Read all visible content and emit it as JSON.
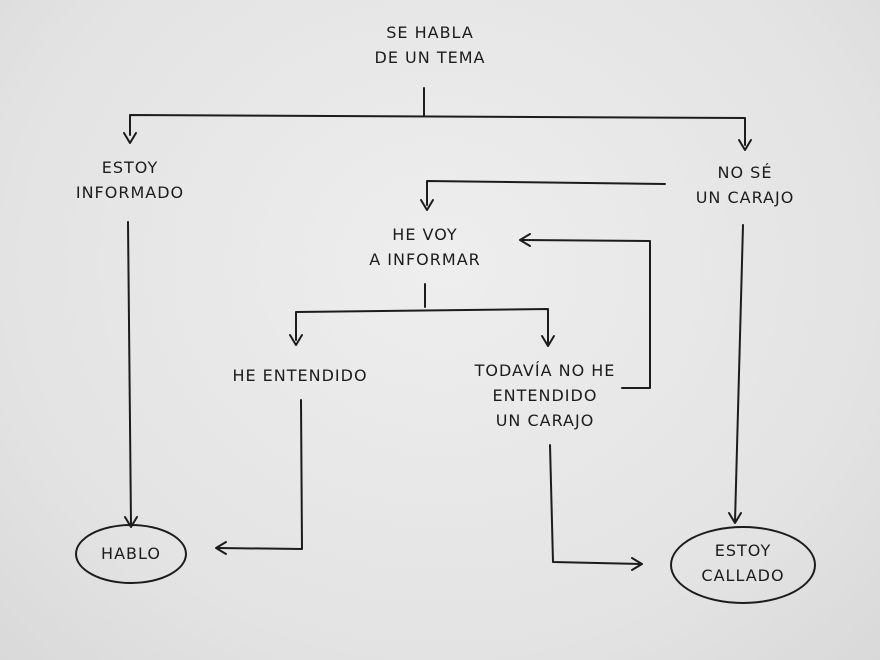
{
  "diagram": {
    "root": {
      "line1": "SE HABLA",
      "line2": "DE UN TEMA"
    },
    "informed": {
      "line1": "ESTOY",
      "line2": "INFORMADO"
    },
    "not_informed": {
      "line1": "NO SÉ",
      "line2": "UN CARAJO"
    },
    "go_inform": {
      "line1": "HE VOY",
      "line2": "A INFORMAR"
    },
    "understood": {
      "line1": "HE ENTENDIDO"
    },
    "not_understood": {
      "line1": "TODAVÍA NO HE",
      "line2": "ENTENDIDO",
      "line3": "UN CARAJO"
    },
    "speak": {
      "line1": "HABLO"
    },
    "silent": {
      "line1": "ESTOY",
      "line2": "CALLADO"
    }
  }
}
